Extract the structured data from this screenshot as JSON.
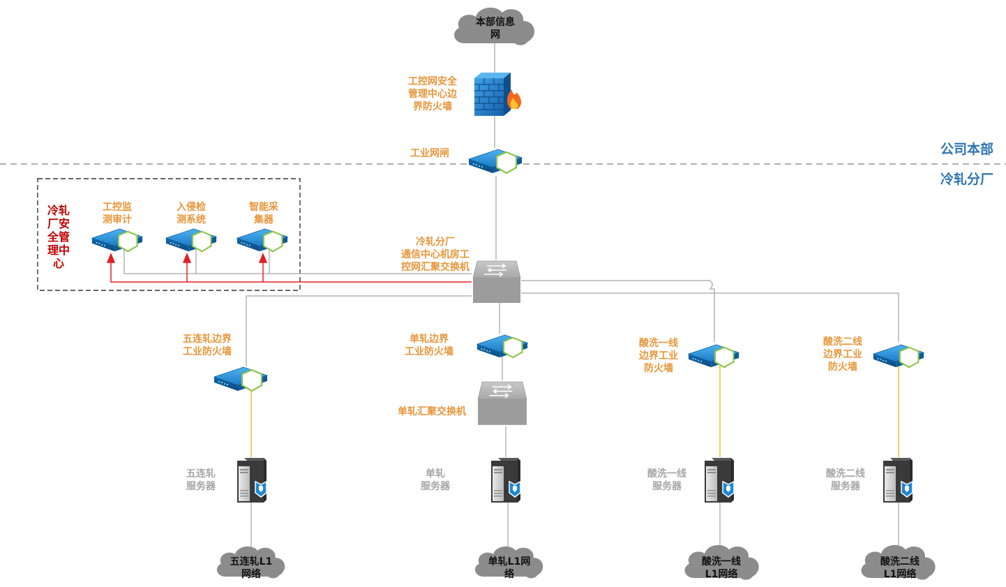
{
  "zones": {
    "hq": "公司本部",
    "branch": "冷轧分厂"
  },
  "security_center": {
    "title": "冷轧\n厂安\n全管\n理中\n心",
    "devices": [
      {
        "label": "工控监\n测审计"
      },
      {
        "label": "入侵检\n测系统"
      },
      {
        "label": "智能采\n集器"
      }
    ]
  },
  "top": {
    "cloud": "本部信息\n网",
    "firewall": "工控网安全\n管理中心边\n界防火墙",
    "gateway": "工业网闸"
  },
  "core_switch": "冷轧分厂\n通信中心机房工\n控网汇聚交换机",
  "branches": [
    {
      "firewall": "五连轧边界\n工业防火墙",
      "server": "五连轧\n服务器",
      "network": "五连轧L1\n网络"
    },
    {
      "firewall": "单轧边界\n工业防火墙",
      "switch": "单轧汇聚交换机",
      "server": "单轧\n服务器",
      "network": "单轧L1网\n络"
    },
    {
      "firewall": "酸洗一线\n边界工业\n防火墙",
      "server": "酸洗一线\n服务器",
      "network": "酸洗一线\nL1网络"
    },
    {
      "firewall": "酸洗二线\n边界工业\n防火墙",
      "server": "酸洗二线\n服务器",
      "network": "酸洗二线\nL1网络"
    }
  ],
  "colors": {
    "label_orange": "#E8963A",
    "label_gray": "#A6A6A6",
    "security_red": "#C00000",
    "zone_blue": "#2E75B6",
    "link_gray": "#B4B4B4",
    "link_yellow": "#F2C12E",
    "device_blue": "#1E88D2"
  }
}
